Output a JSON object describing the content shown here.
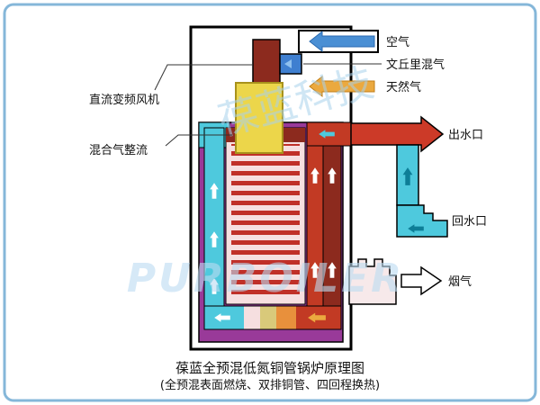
{
  "diagram": {
    "labels": {
      "air": "空气",
      "venturi_mix": "文丘里混气",
      "natural_gas": "天然气",
      "dc_fan": "直流变频风机",
      "mix_rectifier": "混合气整流",
      "water_outlet": "出水口",
      "water_return": "回水口",
      "flue_gas": "烟气"
    },
    "caption": {
      "title": "葆蓝全预混低氮铜管锅炉原理图",
      "subtitle": "(全预混表面燃烧、双排铜管、四回程换热)"
    },
    "watermark": {
      "cn": "葆蓝科技",
      "en": "PURBOILER"
    },
    "colors": {
      "frame_border": "#85b7d9",
      "air_blue": "#4a8fd4",
      "venturi_blue": "#3f7fd0",
      "gas_orange": "#eba93f",
      "fan_yellow": "#ecd64a",
      "burner_dark_red": "#8c2a1e",
      "hot_red": "#c23a24",
      "outlet_red": "#cc3a28",
      "water_cyan": "#4ec9dd",
      "deep_teal": "#0d7e97",
      "shell_purple": "#993a99",
      "copper_pink": "#f6dfe0",
      "coil_red": "#c03028",
      "flue_pale": "#f7e9ea",
      "watermark_blue": "#a9d2ec"
    }
  }
}
